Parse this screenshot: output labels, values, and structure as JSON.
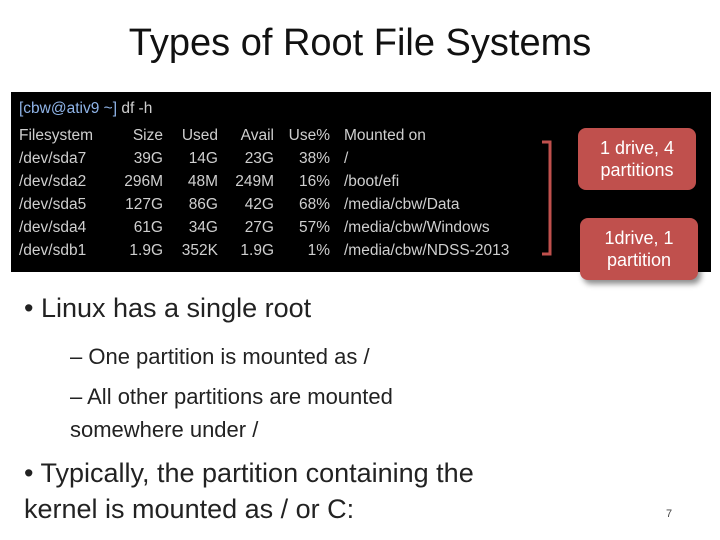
{
  "slide": {
    "title": "Types of Root File Systems",
    "page_number": "7"
  },
  "terminal": {
    "prompt_user": "[cbw@ativ9 ~]",
    "command": "df -h",
    "headers": [
      "Filesystem",
      "Size",
      "Used",
      "Avail",
      "Use%",
      "Mounted on"
    ],
    "rows": [
      [
        "/dev/sda7",
        "39G",
        "14G",
        "23G",
        "38%",
        "/"
      ],
      [
        "/dev/sda2",
        "296M",
        "48M",
        "249M",
        "16%",
        "/boot/efi"
      ],
      [
        "/dev/sda5",
        "127G",
        "86G",
        "42G",
        "68%",
        "/media/cbw/Data"
      ],
      [
        "/dev/sda4",
        "61G",
        "34G",
        "27G",
        "57%",
        "/media/cbw/Windows"
      ],
      [
        "/dev/sdb1",
        "1.9G",
        "352K",
        "1.9G",
        "1%",
        "/media/cbw/NDSS-2013"
      ]
    ]
  },
  "callouts": {
    "first": "1 drive, 4 partitions",
    "second": "1drive, 1 partition"
  },
  "bullets": {
    "main1": "• Linux has a single root",
    "sub1": "– One partition is mounted as /",
    "sub2": "– All other partitions are mounted somewhere under /",
    "main2": "• Typically, the partition containing the kernel is mounted as / or C:"
  },
  "colors": {
    "terminal_bg": "#000000",
    "terminal_text": "#cfcfcf",
    "prompt": "#8fb4e8",
    "callout": "#c0504d",
    "bracket": "#c0504d"
  }
}
